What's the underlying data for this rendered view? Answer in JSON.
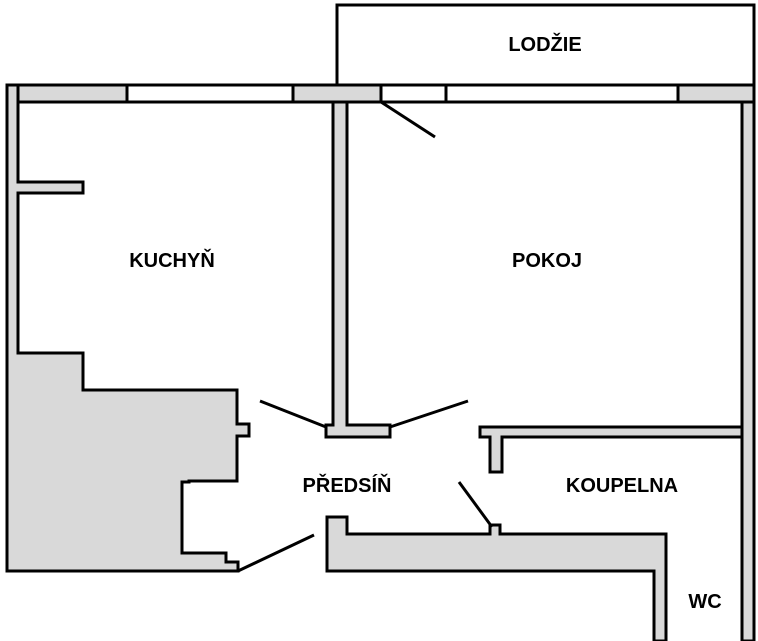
{
  "rooms": {
    "lodzie": "LODŽIE",
    "kuchyn": "KUCHYŇ",
    "pokoj": "POKOJ",
    "predsin": "PŘEDSÍŇ",
    "koupelna": "KOUPELNA",
    "wc": "WC"
  },
  "colors": {
    "wall_fill": "#d9d9d9",
    "outline": "#000000",
    "background": "#ffffff"
  }
}
